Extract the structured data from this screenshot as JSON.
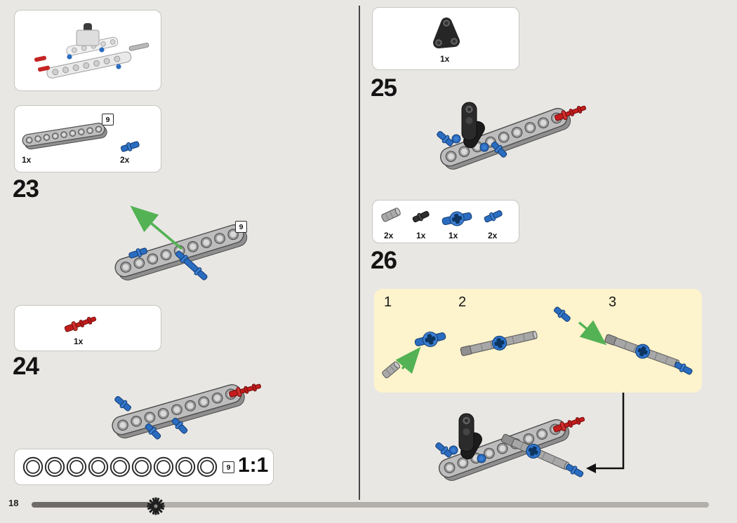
{
  "footer": {
    "page_number": "18"
  },
  "scale_box": {
    "badge": "9",
    "label": "1:1"
  },
  "step23": {
    "number": "23",
    "parts_badge": "9",
    "diagram_badge": "9",
    "parts": [
      {
        "name": "technic-beam-9-gray",
        "qty": "1x"
      },
      {
        "name": "pin-long-blue",
        "qty": "2x"
      }
    ]
  },
  "step24": {
    "number": "24",
    "parts": [
      {
        "name": "axle-pin-red",
        "qty": "1x"
      }
    ]
  },
  "step25": {
    "number": "25",
    "parts": [
      {
        "name": "pin-connector-perpendicular-black",
        "qty": "1x"
      }
    ]
  },
  "step26": {
    "number": "26",
    "parts": [
      {
        "name": "tube-gray",
        "qty": "2x"
      },
      {
        "name": "pin-black",
        "qty": "1x"
      },
      {
        "name": "cross-axle-connector-blue",
        "qty": "1x"
      },
      {
        "name": "pin-blue",
        "qty": "2x"
      }
    ],
    "substeps": [
      {
        "label": "1"
      },
      {
        "label": "2"
      },
      {
        "label": "3"
      }
    ]
  },
  "colors": {
    "background": "#e9e7e4",
    "highlight_yellow": "#fdf3cc",
    "arrow_green": "#53b254",
    "lego_blue": "#2a6cc0",
    "lego_red": "#c41c1c"
  }
}
